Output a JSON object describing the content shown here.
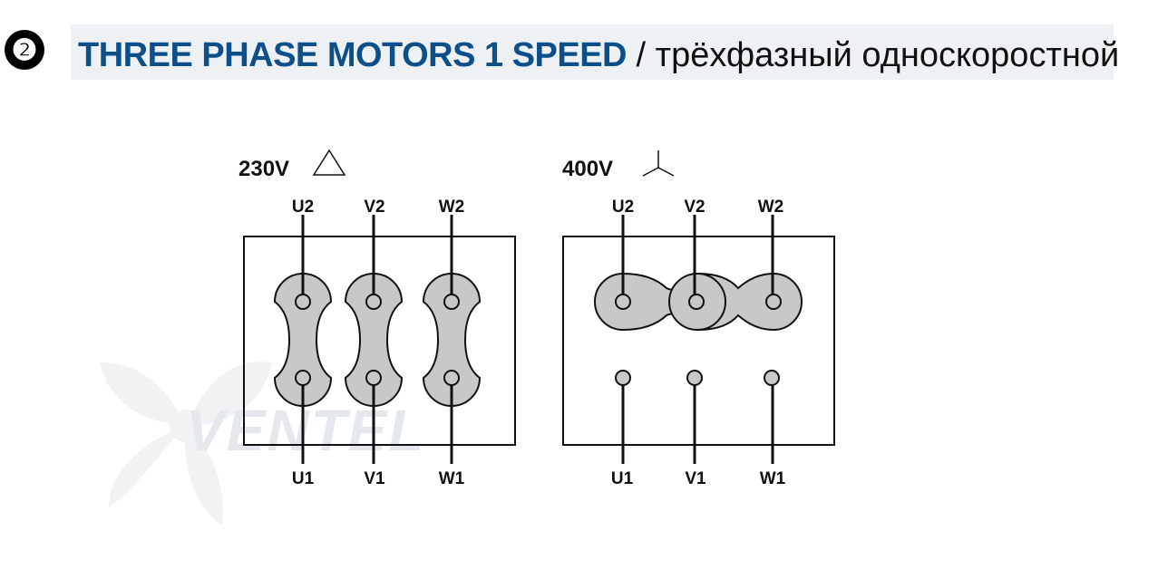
{
  "header": {
    "badge": "❷",
    "title_en": "THREE PHASE MOTORS 1 SPEED",
    "separator": " / ",
    "title_ru": "трёхфазный односкоростной"
  },
  "watermark": {
    "logo_icon": "fan-icon",
    "text": "VENTEL"
  },
  "delta": {
    "voltage": "230V",
    "symbol_icon": "delta-triangle-icon",
    "top_labels": [
      "U2",
      "V2",
      "W2"
    ],
    "bottom_labels": [
      "U1",
      "V1",
      "W1"
    ]
  },
  "star": {
    "voltage": "400V",
    "symbol_icon": "star-wye-icon",
    "top_labels": [
      "U2",
      "V2",
      "W2"
    ],
    "bottom_labels": [
      "U1",
      "V1",
      "W1"
    ]
  },
  "colors": {
    "title_blue": "#0d4f8b",
    "band": "#eef1f4",
    "link_fill": "#c8c8c8",
    "line": "#111111"
  }
}
